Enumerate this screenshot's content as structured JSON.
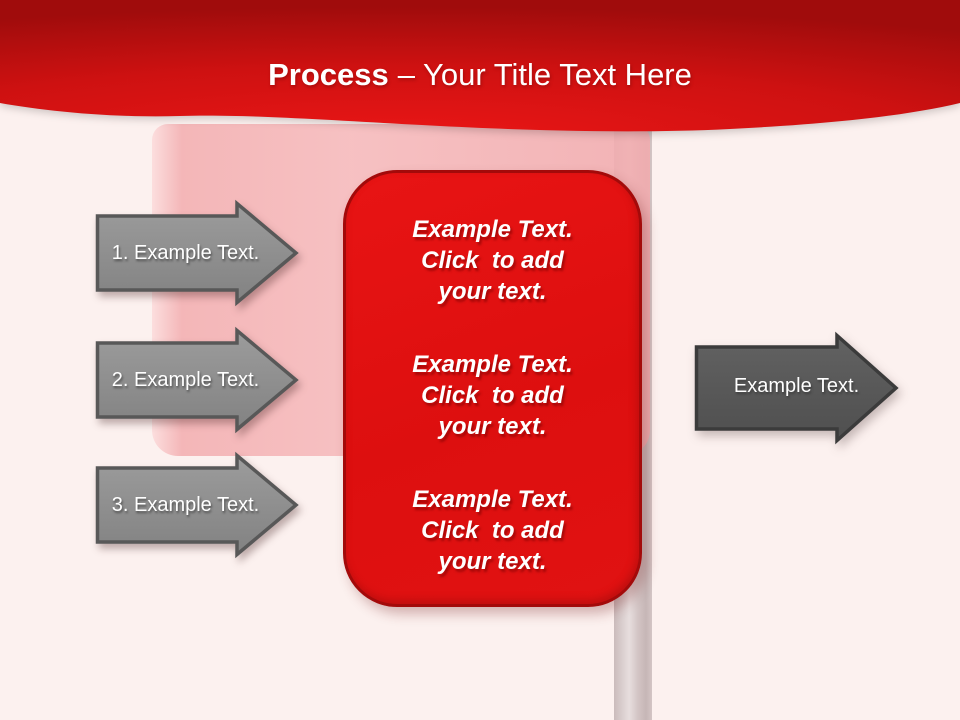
{
  "slide": {
    "header": {
      "title_bold": "Process",
      "title_rest": "– Your Title Text Here",
      "banner_color_top": "#a80c0c",
      "banner_color_bright": "#e81616",
      "text_color": "#ffffff"
    },
    "left_arrows": [
      {
        "label": "1. Example Text."
      },
      {
        "label": "2. Example Text."
      },
      {
        "label": "3. Example Text."
      }
    ],
    "center_box": {
      "fill_color": "#e11212",
      "border_color": "#a30a0a",
      "groups": [
        {
          "lines": [
            "Example Text.",
            "Click  to add",
            "your text."
          ]
        },
        {
          "lines": [
            "Example Text.",
            "Click  to add",
            "your text."
          ]
        },
        {
          "lines": [
            "Example Text.",
            "Click  to add",
            "your text."
          ]
        }
      ]
    },
    "right_arrow": {
      "label": "Example Text."
    },
    "decor": {
      "background_color": "#fcf1ef",
      "panel_pink": "#f4b8b9",
      "pole_gray": "#d8cccc",
      "arrow_gray": "#8f8f8f",
      "arrow_dark_gray": "#585858"
    }
  }
}
